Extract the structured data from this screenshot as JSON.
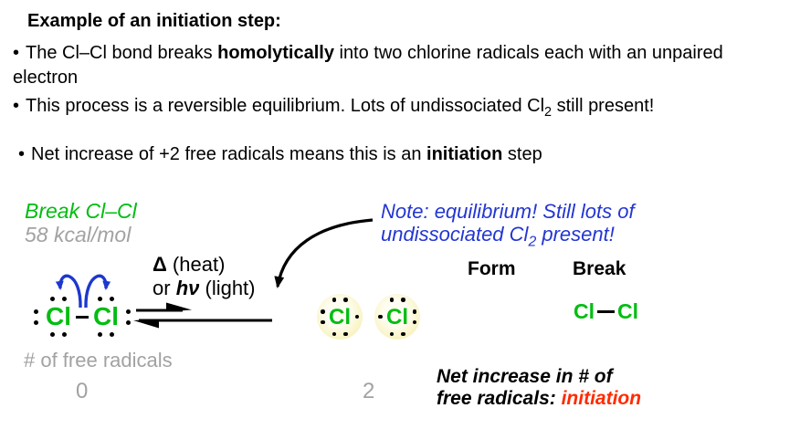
{
  "content": {
    "title": "Example of an initiation step:",
    "bullets": [
      {
        "marker": "•",
        "pre": "The Cl–Cl bond breaks ",
        "bold": "homolytically",
        "post": " into two chlorine radicals each with an unpaired electron"
      },
      {
        "marker": "•",
        "pre": "This process is a reversible equilibrium. Lots of undissociated Cl",
        "sub": "2",
        "post": " still present!"
      },
      {
        "marker": "•",
        "pre": "Net increase of +2 free radicals means this is an ",
        "bold": "initiation",
        "post": " step"
      }
    ]
  },
  "diagram": {
    "break_label": "Break Cl–Cl",
    "energy_label": "58 kcal/mol",
    "cond_delta": "Δ",
    "cond_heat": " (heat)",
    "cond_or": "or ",
    "cond_hv": "hν",
    "cond_light": " (light)",
    "note_line1": "Note: equilibrium! Still lots of",
    "note_line2_pre": "undissociated Cl",
    "note_line2_sub": "2",
    "note_line2_post": " present!",
    "lewis_cl_left": "Cl",
    "lewis_cl_right": "Cl",
    "radical_left_label": "Cl",
    "radical_right_label": "Cl",
    "form_header": "Form",
    "break_header": "Break",
    "break_molecule_cl1": "Cl",
    "break_molecule_cl2": "Cl",
    "radical_count_label": "# of free radicals",
    "count_left": "0",
    "count_right": "2",
    "net_line1": "Net increase in # of",
    "net_line2_pre": "free radicals: ",
    "net_line2_highlight": "initiation"
  },
  "colors": {
    "green": "#00bd10",
    "gray": "#a2a2a2",
    "blue_text": "#2336d2",
    "blue_arrow": "#1c38cf",
    "red": "#ff2b00",
    "black": "#000000",
    "radical_outer": "#f5efae",
    "radical_inner": "#fffdf2"
  }
}
